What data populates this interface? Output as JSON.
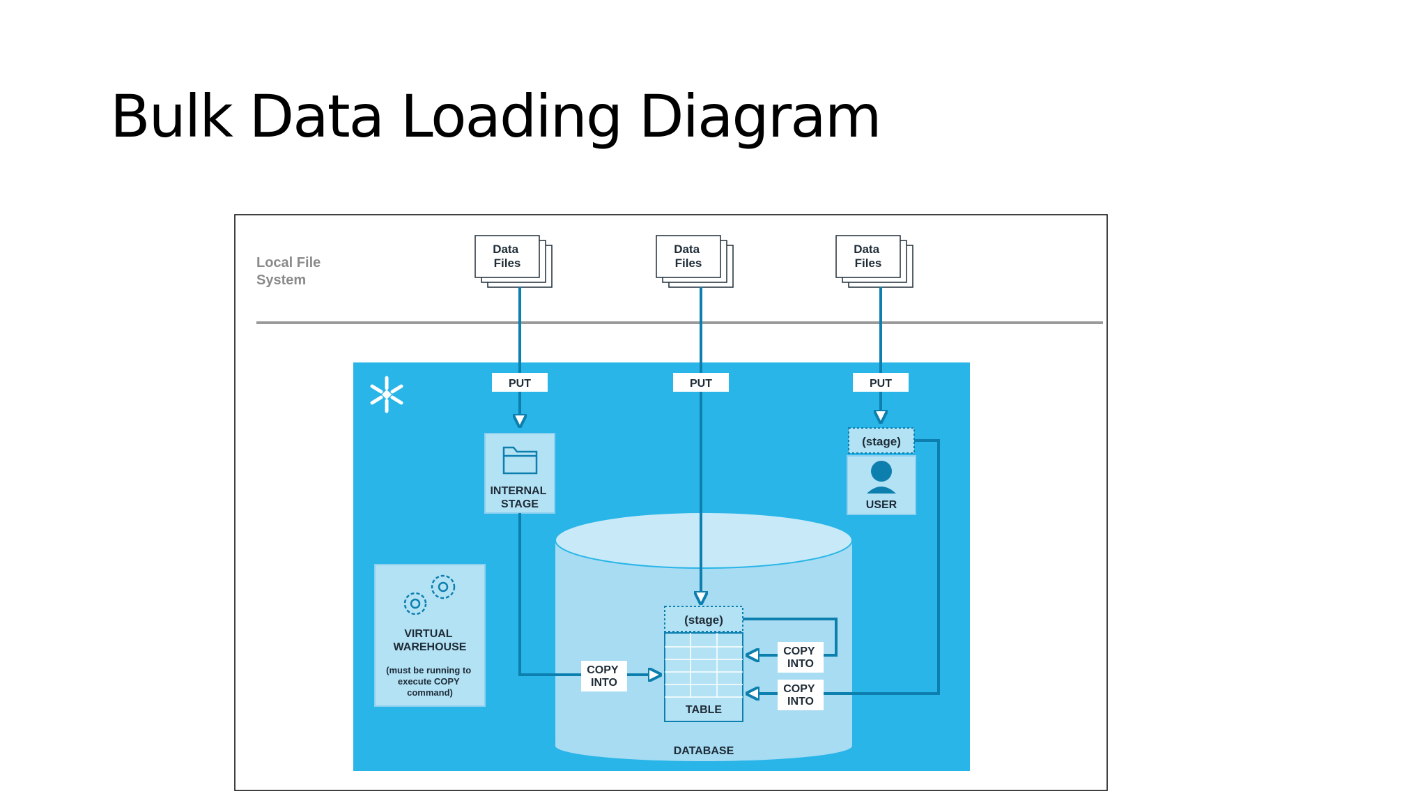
{
  "slide": {
    "title": "Bulk Data Loading Diagram"
  },
  "colors": {
    "snowflake_blue": "#29b5e8",
    "light_blue": "#b4e2f5",
    "panel_blue": "#a7dcf2",
    "arrow_blue": "#0c7fae",
    "dark_text": "#1d2b36",
    "grey_text": "#8a8a8a",
    "divider_grey": "#9a9a9a"
  },
  "diagram": {
    "local_file_system": [
      "Local File",
      "System"
    ],
    "data_files": [
      [
        "Data",
        "Files"
      ],
      [
        "Data",
        "Files"
      ],
      [
        "Data",
        "Files"
      ]
    ],
    "put_labels": [
      "PUT",
      "PUT",
      "PUT"
    ],
    "internal_stage": [
      "INTERNAL",
      "STAGE"
    ],
    "user_stage_label": "(stage)",
    "user_label": "USER",
    "table_stage_label": "(stage)",
    "table_label": "TABLE",
    "database_label": "DATABASE",
    "virtual_warehouse": [
      "VIRTUAL",
      "WAREHOUSE"
    ],
    "warehouse_note": [
      "(must be running to",
      "execute COPY",
      "command)"
    ],
    "copy_into_internal": [
      "COPY",
      "INTO"
    ],
    "copy_into_table_stage": [
      "COPY",
      "INTO"
    ],
    "copy_into_user_stage": [
      "COPY",
      "INTO"
    ],
    "icons": {
      "logo": "snowflake-logo-icon",
      "folder": "folder-icon",
      "user": "user-icon",
      "gears": "gears-icon"
    }
  }
}
